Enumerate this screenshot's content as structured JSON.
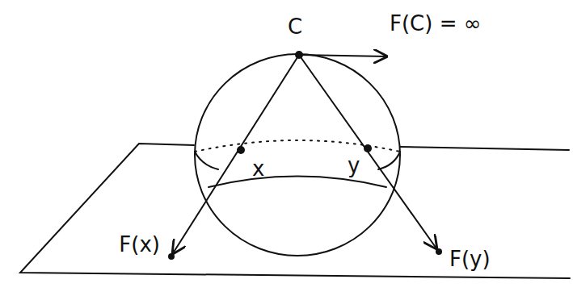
{
  "diagram": {
    "labels": [
      "C",
      "F(C) = ∞",
      "x",
      "y",
      "F(x)",
      "F(y)"
    ]
  }
}
